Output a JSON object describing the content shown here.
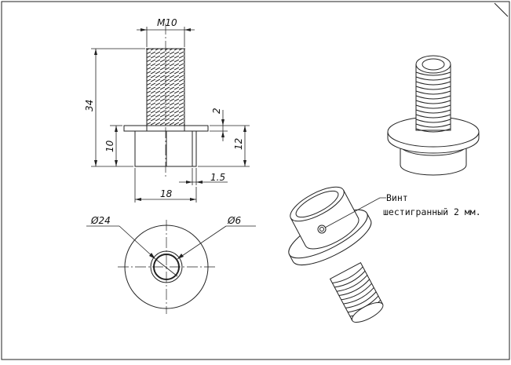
{
  "drawing": {
    "dimensions": {
      "thread": "M10",
      "total_height": "34",
      "flange_thickness": "2",
      "head_height": "12",
      "lower_height": "10",
      "step": "1.5",
      "head_diameter": "18",
      "outer_diameter": "Ø24",
      "inner_diameter": "Ø6"
    },
    "callout": {
      "line1": "Винт",
      "line2": "шестигранный 2 мм."
    }
  }
}
